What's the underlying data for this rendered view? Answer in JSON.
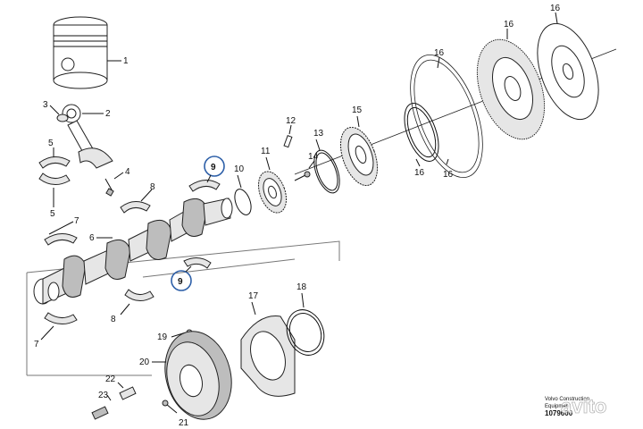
{
  "labels": {
    "piston": "1",
    "conrod": "2",
    "bushing": "3",
    "bolt4": "4",
    "bearing5_top": "5",
    "bearing5_bot": "5",
    "crankshaft": "6",
    "bearing7_top": "7",
    "bearing7_bot": "7",
    "thrust8_top": "8",
    "thrust8_bot": "8",
    "hl9_top": "9",
    "hl9_bot": "9",
    "oring10": "10",
    "gear11": "11",
    "pin12": "12",
    "seal13": "13",
    "bolt14": "14",
    "gear15": "15",
    "ring16_a": "16",
    "ring16_b": "16",
    "ring16_c": "16",
    "flywheel16": "16",
    "cover17": "17",
    "seal18": "18",
    "bolt19": "19",
    "damper20": "20",
    "bolt21": "21",
    "nipple22": "22",
    "fitting23": "23"
  },
  "footer": {
    "line1": "Volvo Construction",
    "line2": "Equipment",
    "code": "1079600"
  },
  "watermark": "avito"
}
